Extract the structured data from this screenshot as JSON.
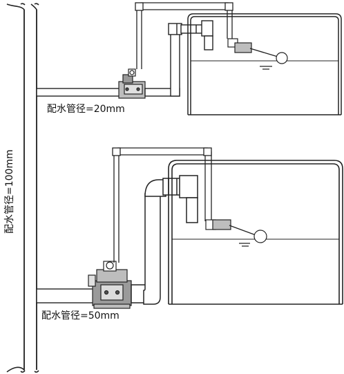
{
  "labels": {
    "main_pipe": "配水管径=100mm",
    "upper_pipe": "配水管径=20mm",
    "lower_pipe": "配水管径=50mm"
  },
  "colors": {
    "line": "#222222",
    "fill": "#ffffff",
    "valve": "#9a9a9a",
    "valve_dark": "#555555"
  }
}
